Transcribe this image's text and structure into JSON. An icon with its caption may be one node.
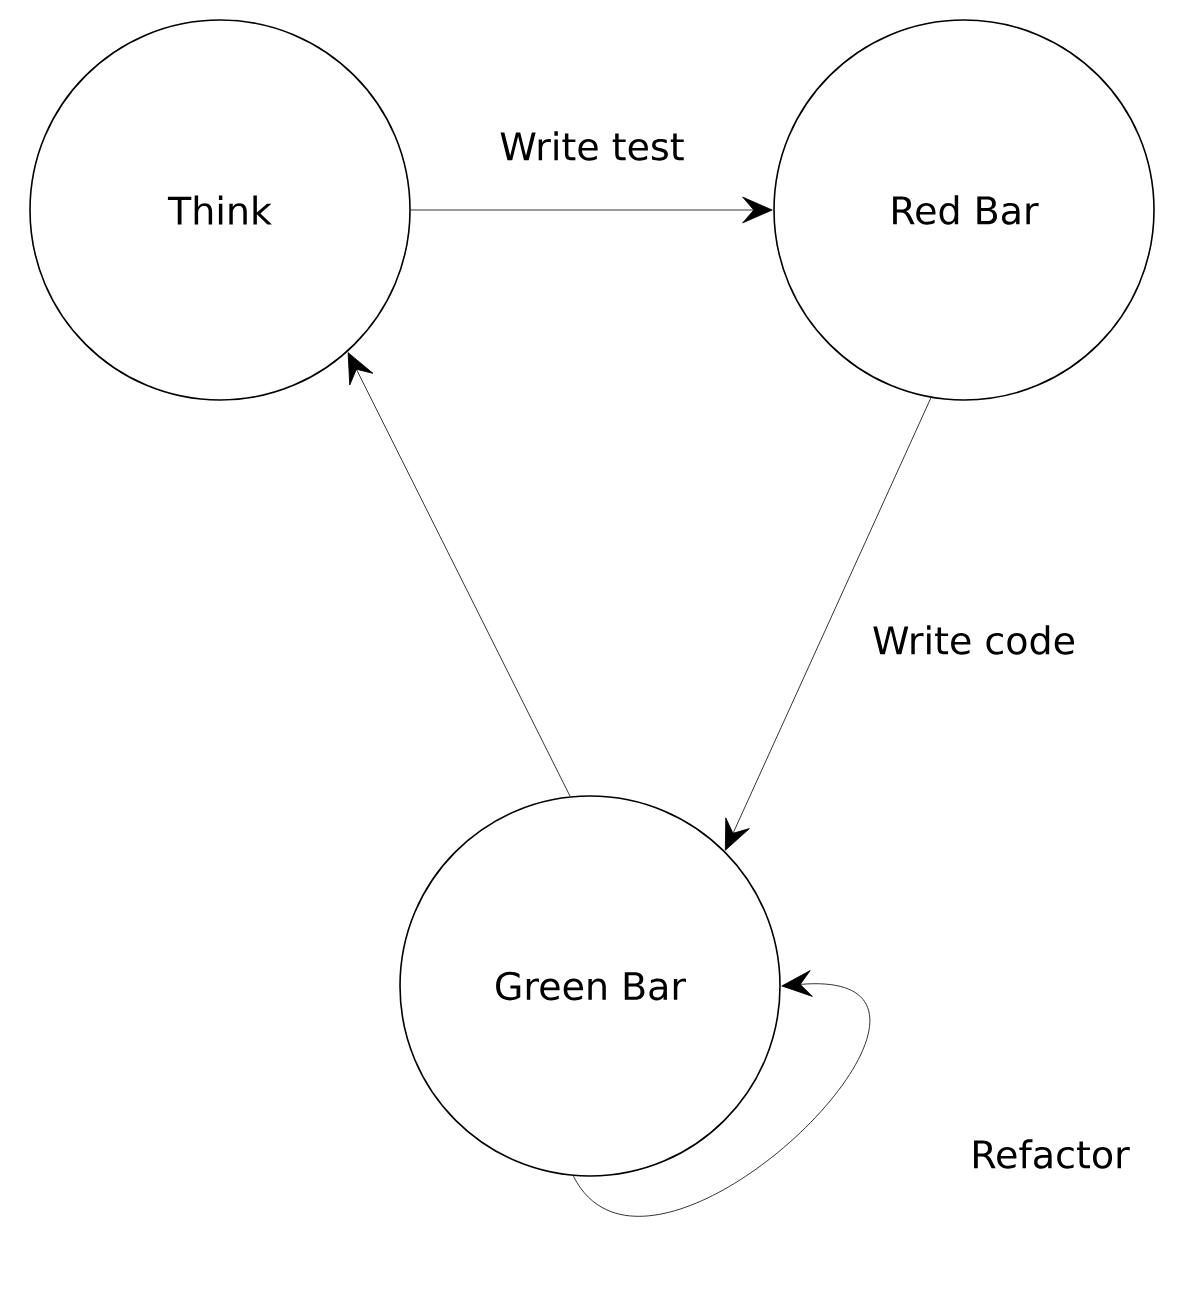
{
  "diagram": {
    "nodes": [
      {
        "text": [
          "Think"
        ]
      },
      {
        "text": [
          "Red Bar"
        ]
      },
      {
        "text": [
          "Green Bar"
        ]
      }
    ],
    "edges": [
      {
        "from": 0,
        "to": 1,
        "arrow": "to",
        "label": "Write test"
      },
      {
        "from": 1,
        "to": 2,
        "arrow": "to",
        "label": "Write code"
      },
      {
        "from": 2,
        "to": 0,
        "arrow": "to"
      },
      {
        "from": 2,
        "to": 2,
        "arrow": "to",
        "label": "Refactor"
      }
    ]
  }
}
